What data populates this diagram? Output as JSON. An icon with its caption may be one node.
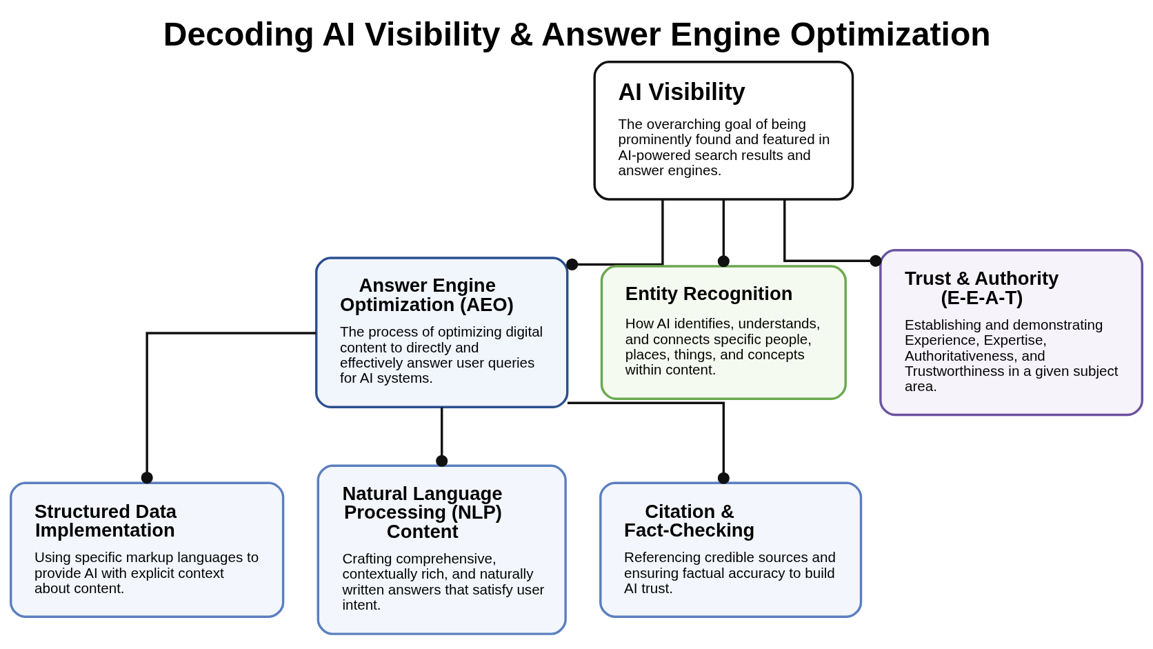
{
  "diagram": {
    "title": "Decoding AI Visibility & Answer Engine Optimization",
    "nodes": [
      {
        "text": [
          "AI Visibility",
          "The overarching goal of being prominently found and featured in AI-powered search results and answer engines."
        ]
      },
      {
        "text": [
          "Answer Engine Optimization (AEO)",
          "The process of optimizing digital content to directly and effectively answer user queries for AI systems."
        ]
      },
      {
        "text": [
          "Entity Recognition",
          "How AI identifies, understands, and connects specific people, places, things, and concepts within content."
        ]
      },
      {
        "text": [
          "Trust & Authority (E-E-A-T)",
          "Establishing and demonstrating Experience, Expertise, Authoritativeness, and Trustworthiness in a given subject area."
        ]
      },
      {
        "text": [
          "Structured Data Implementation",
          "Using specific markup languages to provide AI with explicit context about content."
        ]
      },
      {
        "text": [
          "Natural Language Processing (NLP) Content",
          "Crafting comprehensive, contextually rich, and naturally written answers that satisfy user intent."
        ]
      },
      {
        "text": [
          "Citation & Fact-Checking",
          "Referencing credible sources and ensuring factual accuracy to build AI trust."
        ]
      }
    ],
    "edges": [
      {
        "from": 0,
        "to": 1,
        "arrow": "other"
      },
      {
        "from": 0,
        "to": 2,
        "arrow": "other"
      },
      {
        "from": 0,
        "to": 3,
        "arrow": "other"
      },
      {
        "from": 1,
        "to": 4,
        "arrow": "other"
      },
      {
        "from": 1,
        "to": 5,
        "arrow": "other"
      },
      {
        "from": 1,
        "to": 6,
        "arrow": "other"
      }
    ]
  }
}
